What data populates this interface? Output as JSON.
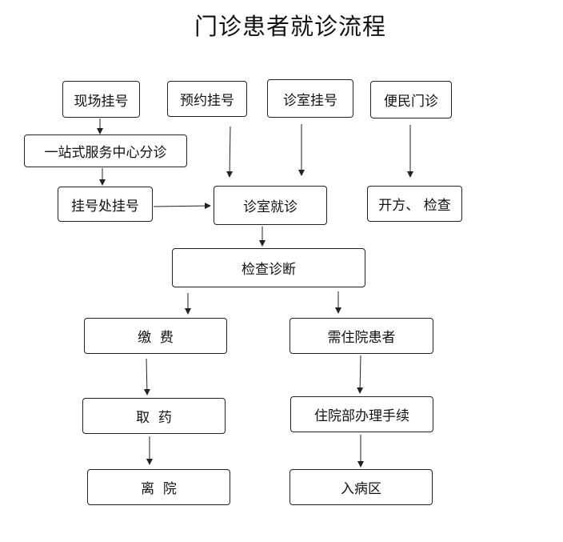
{
  "title": "门诊患者就诊流程",
  "nodes": {
    "onsite_registration": "现场挂号",
    "appointment_registration": "预约挂号",
    "clinic_registration": "诊室挂号",
    "convenience_clinic": "便民门诊",
    "one_stop_triage": "一站式服务中心分诊",
    "registration_desk": "挂号处挂号",
    "clinic_visit": "诊室就诊",
    "prescription_exam": "开方、 检查",
    "exam_diagnosis": "检查诊断",
    "payment": "缴  费",
    "need_hospitalization": "需住院患者",
    "get_medicine": "取  药",
    "admission_procedures": "住院部办理手续",
    "leave_hospital": "离  院",
    "enter_ward": "入病区"
  }
}
